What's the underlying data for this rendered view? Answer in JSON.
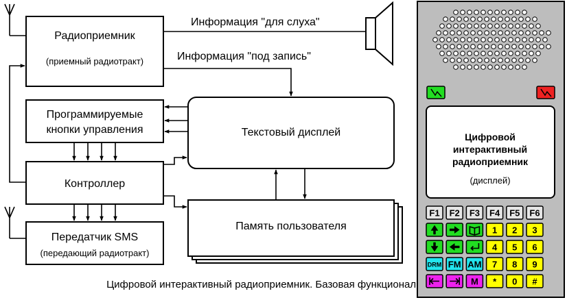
{
  "blocks": {
    "radio_receiver": {
      "title": "Радиоприемник",
      "subtitle": "(приемный радиотракт)"
    },
    "prog_buttons": {
      "line1": "Программируемые",
      "line2": "кнопки управления"
    },
    "controller": {
      "title": "Контроллер"
    },
    "sms_transmitter": {
      "title": "Передатчик  SMS",
      "subtitle": "(передающий радиотракт)"
    },
    "text_display": {
      "title": "Текстовый дисплей"
    },
    "user_memory": {
      "title": "Память пользователя"
    }
  },
  "labels": {
    "audio_info": "Информация \"для слуха\"",
    "record_info": "Информация \"под запись\""
  },
  "caption": "Цифровой интерактивный радиоприемник. Базовая функциональность.",
  "device": {
    "screen": {
      "line1": "Цифровой",
      "line2": "интерактивный",
      "line3": "радиоприемник",
      "note": "(дисплей)"
    },
    "colors": {
      "body": "#bdbdbd",
      "green": "#22dd22",
      "red": "#ee2222",
      "yellow": "#ffff00",
      "cyan": "#22e6ee",
      "magenta": "#ee22ee",
      "fkey": "#e6e6e6"
    },
    "indicators": [
      {
        "name": "signal-on-icon",
        "color": "green"
      },
      {
        "name": "signal-off-icon",
        "color": "red"
      }
    ],
    "keypad": [
      [
        {
          "label": "F1",
          "color": "fkey"
        },
        {
          "label": "F2",
          "color": "fkey"
        },
        {
          "label": "F3",
          "color": "fkey"
        },
        {
          "label": "F4",
          "color": "fkey"
        },
        {
          "label": "F5",
          "color": "fkey"
        },
        {
          "label": "F6",
          "color": "fkey"
        }
      ],
      [
        {
          "label": "",
          "icon": "arrow-up-icon",
          "color": "green"
        },
        {
          "label": "",
          "icon": "arrow-right-icon",
          "color": "green"
        },
        {
          "label": "",
          "icon": "book-icon",
          "color": "green"
        },
        {
          "label": "1",
          "color": "yellow"
        },
        {
          "label": "2",
          "color": "yellow"
        },
        {
          "label": "3",
          "color": "yellow"
        }
      ],
      [
        {
          "label": "",
          "icon": "arrow-down-icon",
          "color": "green"
        },
        {
          "label": "",
          "icon": "arrow-left-icon",
          "color": "green"
        },
        {
          "label": "",
          "icon": "enter-icon",
          "color": "green"
        },
        {
          "label": "4",
          "color": "yellow"
        },
        {
          "label": "5",
          "color": "yellow"
        },
        {
          "label": "6",
          "color": "yellow"
        }
      ],
      [
        {
          "label": "DRM",
          "color": "cyan"
        },
        {
          "label": "FM",
          "color": "cyan"
        },
        {
          "label": "AM",
          "color": "cyan"
        },
        {
          "label": "7",
          "color": "yellow"
        },
        {
          "label": "8",
          "color": "yellow"
        },
        {
          "label": "9",
          "color": "yellow"
        }
      ],
      [
        {
          "label": "",
          "icon": "skip-back-icon",
          "color": "magenta"
        },
        {
          "label": "",
          "icon": "skip-forward-icon",
          "color": "magenta"
        },
        {
          "label": "M",
          "color": "magenta"
        },
        {
          "label": "*",
          "color": "yellow"
        },
        {
          "label": "0",
          "color": "yellow"
        },
        {
          "label": "#",
          "color": "yellow"
        }
      ]
    ]
  }
}
